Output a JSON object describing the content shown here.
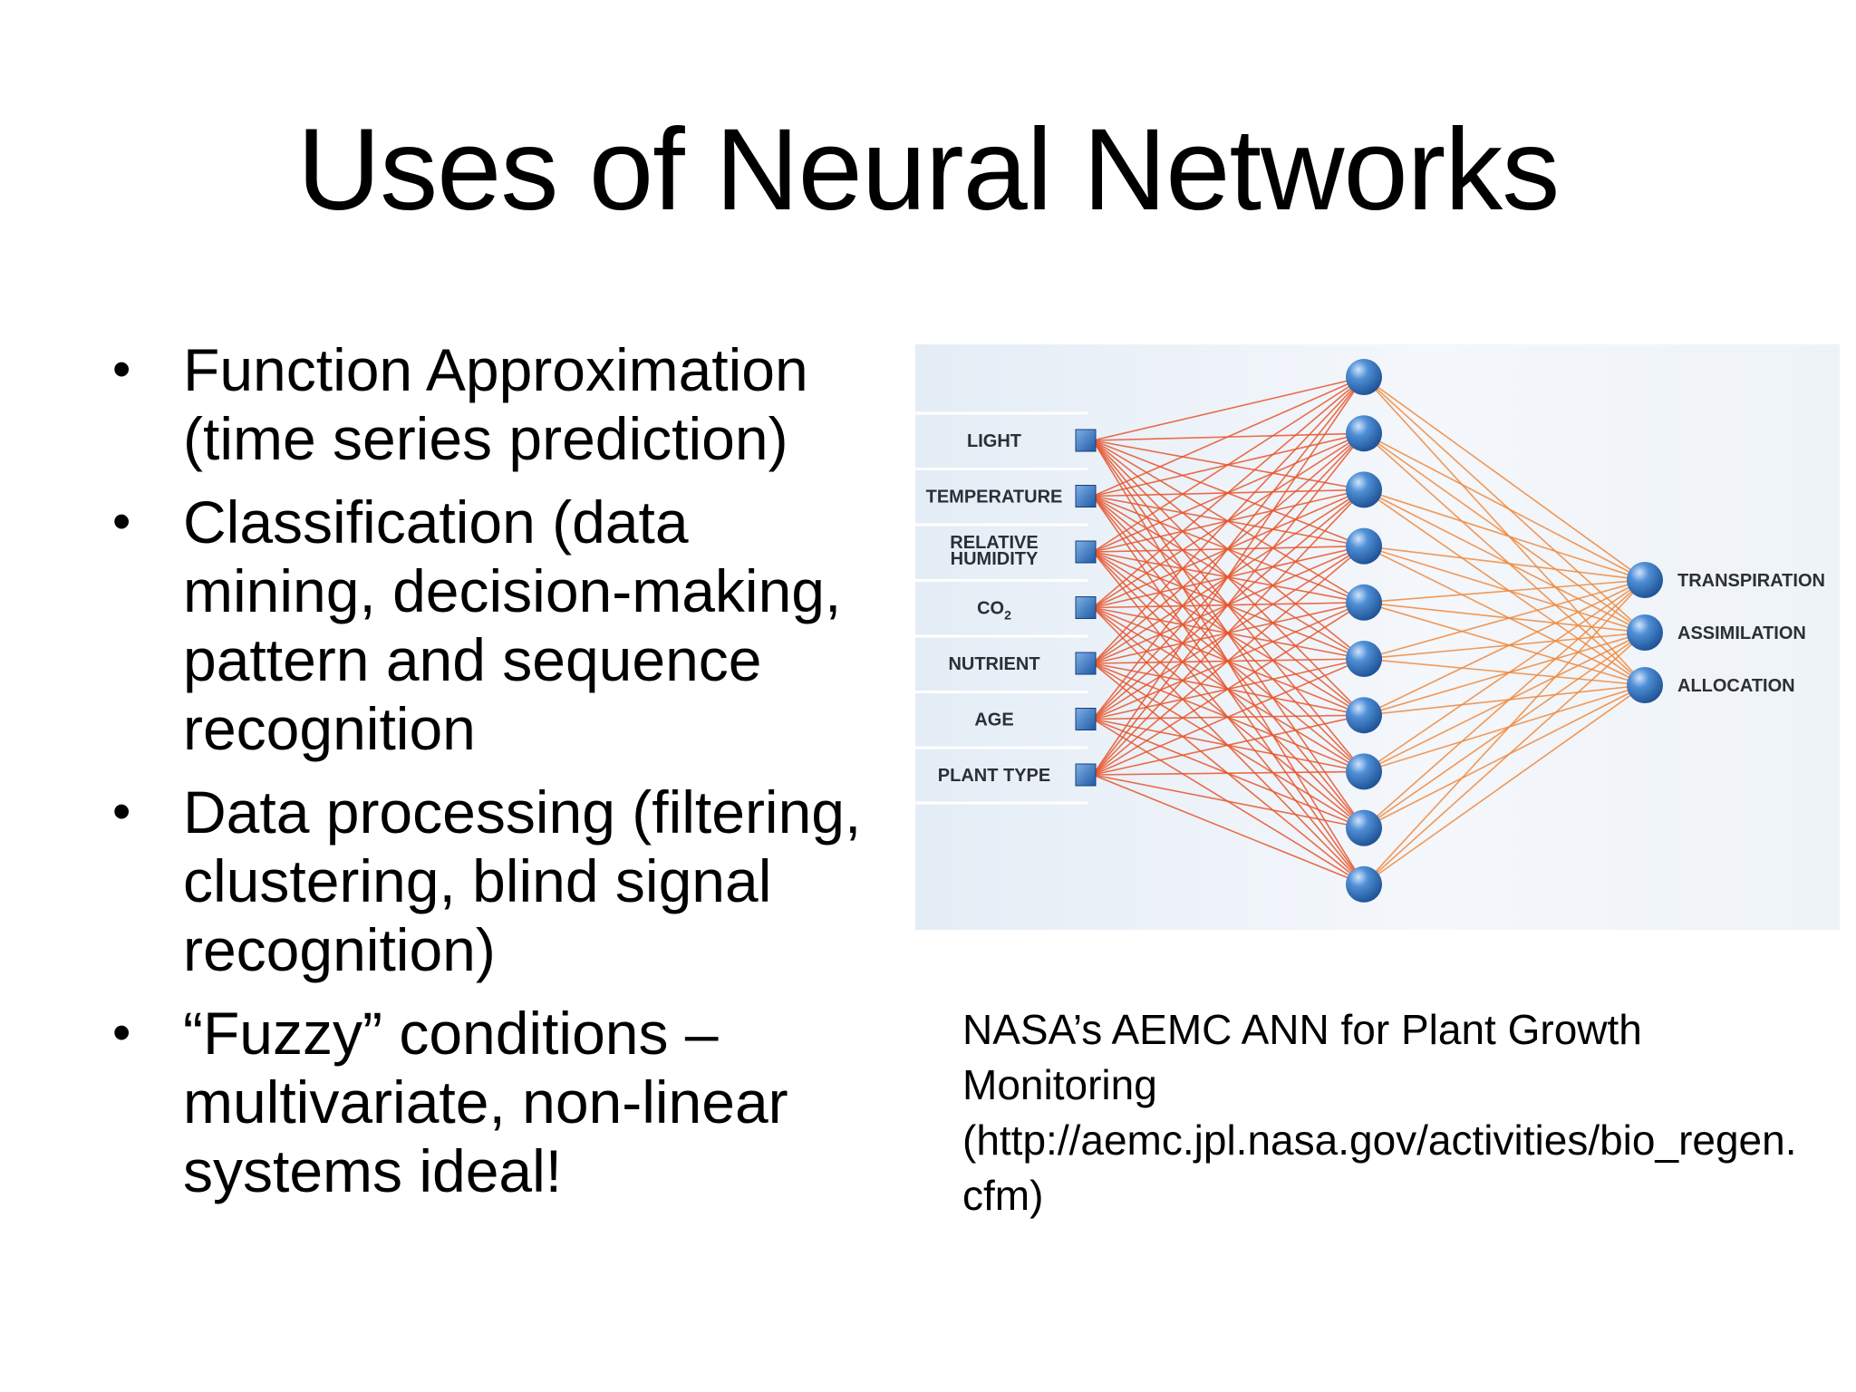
{
  "slide": {
    "title": "Uses of Neural Networks",
    "bullets": [
      "Function Approximation (time series prediction)",
      "Classification (data mining, decision-making, pattern and sequence recognition",
      "Data processing (filtering, clustering, blind signal recognition)",
      "“Fuzzy” conditions – multivariate, non-linear systems ideal!"
    ],
    "bullet_symbol": "•"
  },
  "diagram": {
    "inputs": [
      "LIGHT",
      "TEMPERATURE",
      "RELATIVE HUMIDITY",
      "CO2",
      "NUTRIENT",
      "AGE",
      "PLANT TYPE"
    ],
    "hidden_count": 10,
    "outputs": [
      "TRANSPIRATION",
      "ASSIMILATION",
      "ALLOCATION"
    ],
    "colors": {
      "input_to_hidden": "#e8542a",
      "hidden_to_output": "#f0873a",
      "node": "#2f6fb8",
      "panel": "#e9f0f7"
    }
  },
  "caption": {
    "line1": "NASA’s AEMC ANN for Plant Growth Monitoring",
    "line2": "(http://aemc.jpl.nasa.gov/activities/bio_regen.cfm)"
  }
}
